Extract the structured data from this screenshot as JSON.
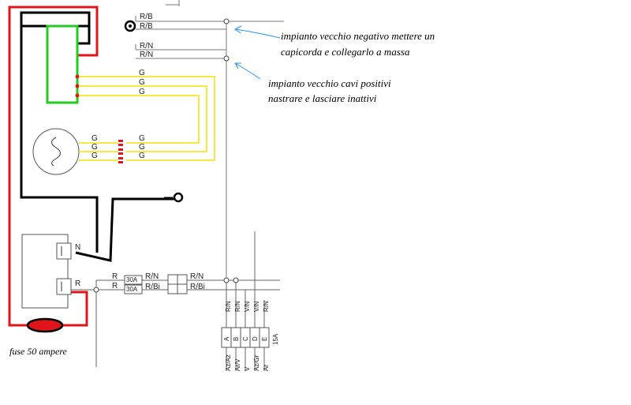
{
  "annotations": {
    "negative_line1": "impianto vecchio negativo mettere un",
    "negative_line2": "capicorda e collegarlo a massa",
    "positive_line1": "impianto vecchio cavi positivi",
    "positive_line2": "nastrare  e lasciare inattivi",
    "fuse_label": "fuse 50 ampere"
  },
  "wires": {
    "rb_top": "R/B",
    "rb_second": "R/B",
    "rn_a": "R/N",
    "rn_b": "R/N",
    "g_reg": [
      "G",
      "G",
      "G"
    ],
    "g_stator_left": [
      "G",
      "G",
      "G"
    ],
    "g_stator_right": [
      "G",
      "G",
      "G"
    ],
    "batt_n": "N",
    "batt_r": "R",
    "r_main": "R",
    "r_main2": "R",
    "rn_fuse": "R/N",
    "rbi_fuse": "R/Bi",
    "rn_out": "R/N",
    "rbi_out": "R/Bi"
  },
  "fuses": {
    "f1": "30A",
    "f2": "30A",
    "box": "15A"
  },
  "fusebox": {
    "top_wires": [
      "R/N",
      "R/N",
      "V/N",
      "V/N",
      "R/N"
    ],
    "letters": [
      "A",
      "B",
      "C",
      "D",
      "E"
    ],
    "bottom_wires": [
      "Az/Az",
      "Ar/V",
      "V",
      "Az/Gr",
      "Ar"
    ]
  },
  "colors": {
    "battery_positive": "#e0151a",
    "ground": "#000000",
    "regulator_outline": "#22cc22",
    "stator_wires": "#f4e200",
    "annotation_arrow": "#1e90ff",
    "diagram_line": "#666666"
  }
}
